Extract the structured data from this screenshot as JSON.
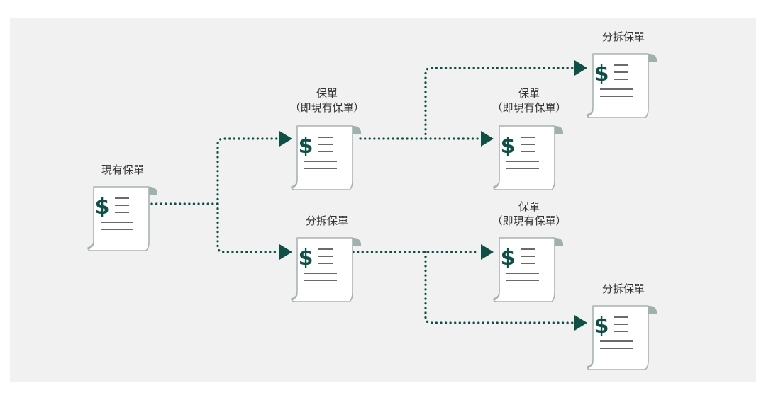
{
  "nodes": [
    {
      "id": "existing",
      "lines": [
        "現有保單"
      ]
    },
    {
      "id": "mid-top",
      "lines": [
        "保單",
        "（即現有保單）"
      ]
    },
    {
      "id": "mid-bottom",
      "lines": [
        "分拆保單"
      ]
    },
    {
      "id": "right-a",
      "lines": [
        "分拆保單"
      ]
    },
    {
      "id": "right-b",
      "lines": [
        "保單",
        "（即現有保單）"
      ]
    },
    {
      "id": "right-c",
      "lines": [
        "保單",
        "（即現有保單）"
      ]
    },
    {
      "id": "right-d",
      "lines": [
        "分拆保單"
      ]
    }
  ],
  "icon": {
    "name": "policy-document-icon",
    "symbol": "$"
  },
  "colors": {
    "background": "#f1f1f1",
    "accent": "#0f4f46",
    "paper": "#ffffff",
    "outline": "#a7b3b1",
    "curl": "#9fb0ad",
    "text_lines": "#555555"
  }
}
